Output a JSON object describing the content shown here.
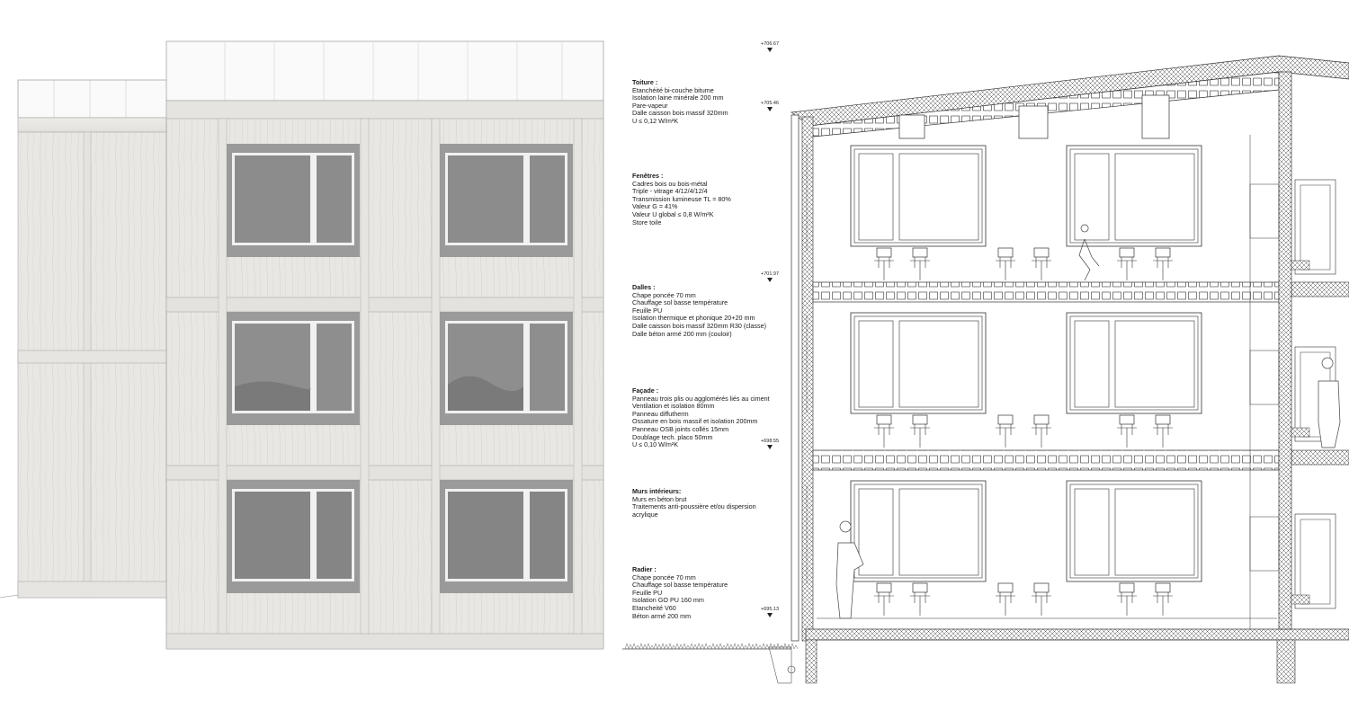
{
  "notes": [
    {
      "heading": "Toiture :",
      "lines": [
        "Etanchéité bi-couche bitume",
        "Isolation laine minérale 200 mm",
        "Pare-vapeur",
        "Dalle caisson bois massif 320mm",
        "U ≤ 0,12 W/m²K"
      ]
    },
    {
      "heading": "Fenêtres :",
      "lines": [
        "Cadres bois ou bois-métal",
        "Triple - vitrage 4/12/4/12/4",
        "Transmission lumineuse TL = 80%",
        "Valeur G = 41%",
        "Valeur U global ≤ 0,8 W/m²K",
        "Store toile"
      ]
    },
    {
      "heading": "Dalles :",
      "lines": [
        "Chape poncée 70 mm",
        "Chauffage sol basse température",
        "Feuille PU",
        "Isolation thermique et phonique 20+20 mm",
        "Dalle caisson bois massif 320mm R30 (classe)",
        "Dalle béton armé 200 mm (couloir)"
      ]
    },
    {
      "heading": "Façade :",
      "lines": [
        "Panneau trois plis ou agglomérés liés au ciment",
        "Ventilation et isolation 80mm",
        "Panneau diffutherm",
        "Ossature en bois massif et isolation 200mm",
        "Panneau OSB joints collés 15mm",
        "Doublage tech. placo 50mm",
        "U ≤ 0,10 W/m²K"
      ]
    },
    {
      "heading": "Murs intérieurs:",
      "lines": [
        "Murs en béton brut",
        "Traitements anti-poussière et/ou dispersion",
        "acrylique"
      ]
    },
    {
      "heading": "Radier :",
      "lines": [
        "Chape poncée 70 mm",
        "Chauffage sol basse température",
        "Feuille PU",
        "Isolation GO PU 160 mm",
        "Etancheité V60",
        "Béton armé 200 mm"
      ]
    }
  ],
  "levels": [
    "+706.67",
    "+705.46",
    "+701.97",
    "+698.55",
    "+695.13"
  ],
  "colors": {
    "line": "#222222",
    "wood": "#e9e8e4",
    "glass": "#8a8a8a",
    "hatch": "#555555"
  }
}
